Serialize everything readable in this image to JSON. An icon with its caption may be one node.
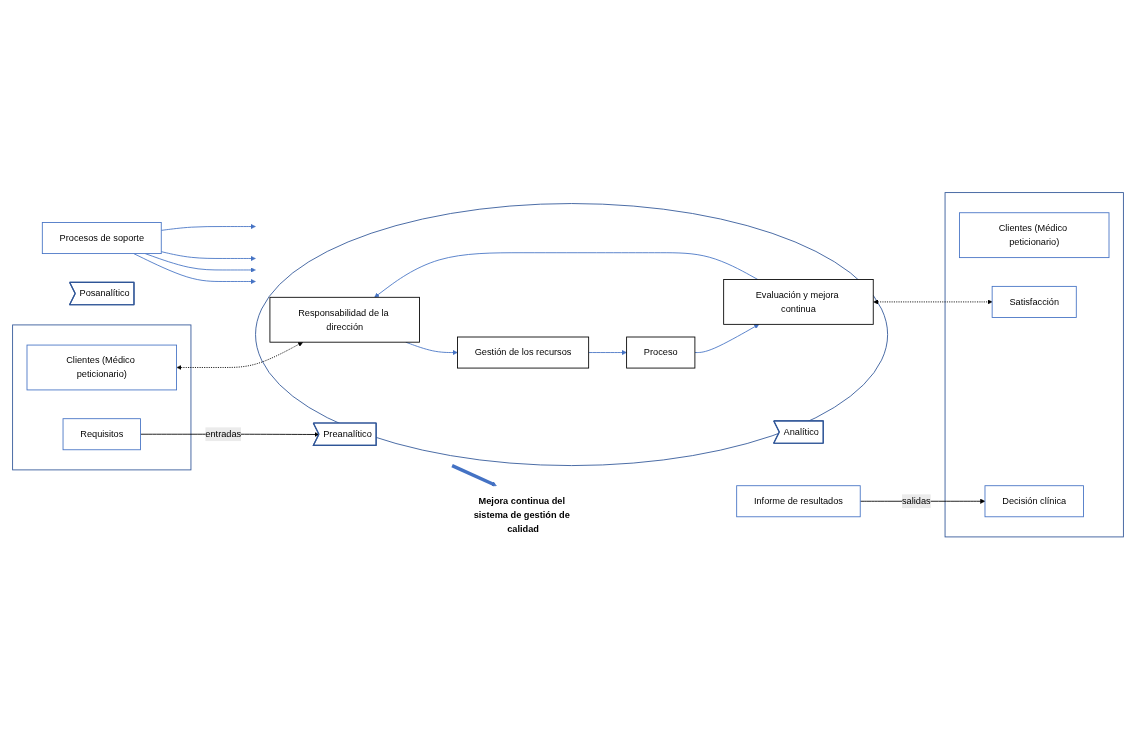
{
  "diagram": {
    "nodes": [
      {
        "text": [
          "Mejora continua del sistema de gestión de calidad"
        ]
      },
      {
        "text": [],
        "shape": "box"
      },
      {
        "text": [
          "Clientes (Médico peticionario)"
        ],
        "in": 1
      },
      {
        "text": [
          "Requisitos"
        ],
        "in": 1
      },
      {
        "text": [],
        "shape": "circle"
      },
      {
        "text": [
          "Responsabilidad de la dirección"
        ],
        "in": 4
      },
      {
        "text": [
          "Gestión de los recursos"
        ],
        "in": 4
      },
      {
        "text": [
          "Evaluación y mejora continua"
        ],
        "in": 4
      },
      {
        "text": [
          "Proceso"
        ],
        "in": 4
      },
      {
        "text": [
          "Preanalítico"
        ],
        "in": 4
      },
      {
        "text": [
          "Analítico"
        ],
        "in": 4
      },
      {
        "text": [
          "Posanalítico"
        ]
      },
      {
        "text": [
          "Informe de resultados"
        ]
      },
      {
        "text": [],
        "shape": "box"
      },
      {
        "text": [
          "Clientes (Médico peticionario)"
        ],
        "in": 13
      },
      {
        "text": [
          "Satisfacción"
        ],
        "in": 13
      },
      {
        "text": [
          "Decisión clínica"
        ],
        "in": 13
      },
      {
        "text": [
          "Procesos de soporte"
        ]
      }
    ],
    "edges": [
      {
        "from": 2,
        "to": 5,
        "arrow": "both",
        "style": "dashed",
        "color": "#000000"
      },
      {
        "from": 5,
        "to": 6,
        "arrow": "to"
      },
      {
        "from": 6,
        "to": 8,
        "arrow": "to"
      },
      {
        "from": 8,
        "to": 7,
        "arrow": "to"
      },
      {
        "from": 7,
        "to": 5,
        "arrow": "to"
      },
      {
        "from": 7,
        "to": 15,
        "arrow": "both",
        "style": "dashed",
        "color": "#000000"
      },
      {
        "from": 3,
        "to": 9,
        "arrow": "to",
        "label": "entradas",
        "color": "#000000"
      },
      {
        "from": 12,
        "to": 16,
        "arrow": "to",
        "label": "salidas",
        "color": "#000000"
      },
      {
        "from": 17,
        "to": 4,
        "arrow": "to"
      },
      {
        "from": 17,
        "to": 4,
        "arrow": "to"
      },
      {
        "from": 17,
        "to": 4,
        "arrow": "to"
      },
      {
        "from": 17,
        "to": 4,
        "arrow": "to"
      },
      {
        "from": 4,
        "to": 0,
        "arrow": "to",
        "style": "thick"
      }
    ]
  }
}
